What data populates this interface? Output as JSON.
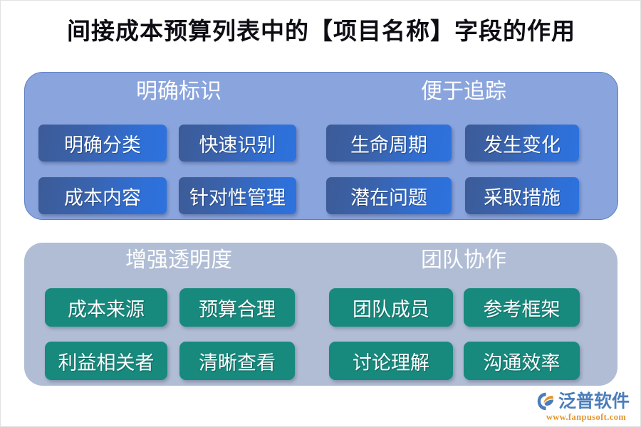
{
  "page": {
    "title": "间接成本预算列表中的【项目名称】字段的作用",
    "background_color": "#ffffff"
  },
  "sections": [
    {
      "id": "mingque-biaoshi",
      "heading": "明确标识",
      "panel": "blue",
      "panel_color": "#8aa4dd",
      "chip_color": "#2f6fd6",
      "chips": [
        "明确分类",
        "成本内容"
      ]
    },
    {
      "id": "bianyu-zhuizong",
      "heading": "便于追踪",
      "panel": "blue",
      "panel_color": "#8aa4dd",
      "chip_color": "#2f6fd6",
      "chips": [
        "生命周期",
        "潜在问题"
      ]
    },
    {
      "id": "zengqiang-toumingdu",
      "heading": "增强透明度",
      "panel": "gray",
      "panel_color": "#b0bdd5",
      "chip_color": "#17897d",
      "chips": [
        "成本来源",
        "利益相关者"
      ]
    },
    {
      "id": "tuandui-xiezuo",
      "heading": "团队协作",
      "panel": "gray",
      "panel_color": "#b0bdd5",
      "chip_color": "#17897d",
      "chips": [
        "团队成员",
        "讨论理解"
      ]
    }
  ],
  "blue_panel": {
    "heading_left": "明确标识",
    "heading_right": "便于追踪",
    "row1": [
      "明确分类",
      "快速识别",
      "生命周期",
      "发生变化"
    ],
    "row2": [
      "成本内容",
      "针对性管理",
      "潜在问题",
      "采取措施"
    ]
  },
  "gray_panel": {
    "heading_left": "增强透明度",
    "heading_right": "团队协作",
    "row1": [
      "成本来源",
      "预算合理",
      "团队成员",
      "参考框架"
    ],
    "row2": [
      "利益相关者",
      "清晰查看",
      "讨论理解",
      "沟通效率"
    ]
  },
  "logo": {
    "name": "泛普软件",
    "url": "www.fanpusoft.com",
    "mark_icon": "fanpu-swoosh-icon",
    "brand_color": "#4a7ebb",
    "url_color": "#e2962f"
  }
}
